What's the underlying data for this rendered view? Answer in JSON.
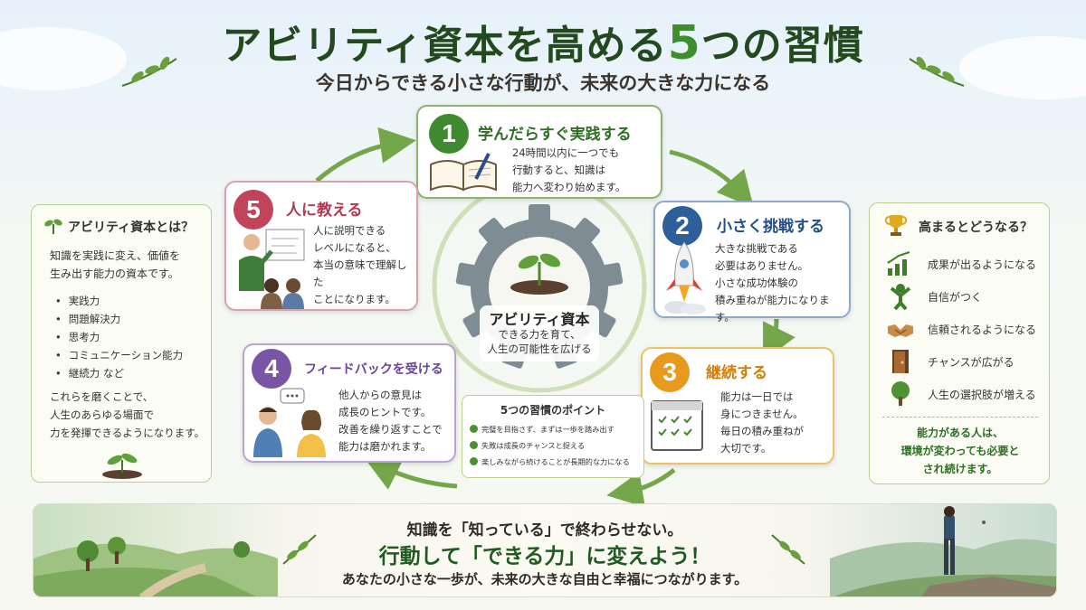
{
  "header": {
    "title_main": "アビリティ資本を高める",
    "title_num": "5",
    "title_tail": "つの習慣",
    "subtitle": "今日からできる小さな行動が、未来の大きな力になる"
  },
  "left_panel": {
    "heading": "アビリティ資本とは？",
    "intro": "知識を実践に変え、価値を\n生み出す能力の資本です。",
    "items": [
      "実践力",
      "問題解決力",
      "思考力",
      "コミュニケーション能力",
      "継続力 など"
    ],
    "outro": "これらを磨くことで、\n人生のあらゆる場面で\n力を発揮できるようになります。"
  },
  "habits": [
    {
      "num": "1",
      "title": "学んだらすぐ実践する",
      "desc": "24時間以内に一つでも\n行動すると、知識は\n能力へ変わり始めます。",
      "color": "#3f8a2e"
    },
    {
      "num": "2",
      "title": "小さく挑戦する",
      "desc": "大きな挑戦である\n必要はありません。\n小さな成功体験の\n積み重ねが能力になります。",
      "color": "#2d5f9a"
    },
    {
      "num": "3",
      "title": "継続する",
      "desc": "能力は一日では\n身につきません。\n毎日の積み重ねが\n大切です。",
      "color": "#e79a1b"
    },
    {
      "num": "4",
      "title": "フィードバックを受ける",
      "desc": "他人からの意見は\n成長のヒントです。\n改善を繰り返すことで\n能力は磨かれます。",
      "color": "#7a55a6"
    },
    {
      "num": "5",
      "title": "人に教える",
      "desc": "人に説明できる\nレベルになると、\n本当の意味で理解した\nことになります。",
      "color": "#c2445b"
    }
  ],
  "center": {
    "title": "アビリティ資本",
    "desc": "できる力を育て、\n人生の可能性を広げる"
  },
  "points": {
    "heading": "5つの習慣のポイント",
    "items": [
      "完璧を目指さず、まずは一歩を踏み出す",
      "失敗は成長のチャンスと捉える",
      "楽しみながら続けることが長期的な力になる"
    ]
  },
  "right_panel": {
    "heading": "高まるとどうなる？",
    "benefits": [
      {
        "icon": "growth-chart-icon",
        "label": "成果が出るようになる"
      },
      {
        "icon": "confident-person-icon",
        "label": "自信がつく"
      },
      {
        "icon": "handshake-icon",
        "label": "信頼されるようになる"
      },
      {
        "icon": "open-door-icon",
        "label": "チャンスが広がる"
      },
      {
        "icon": "tree-icon",
        "label": "人生の選択肢が増える"
      }
    ],
    "summary": "能力がある人は、\n環境が変わっても必要と\nされ続けます。"
  },
  "banner": {
    "line1": "知識を「知っている」で終わらせない。",
    "line2": "行動して「できる力」に変えよう！",
    "line3": "あなたの小さな一歩が、未来の大きな自由と幸福につながります。"
  },
  "colors": {
    "green": "#3f8a2e",
    "blue": "#2d5f9a",
    "orange": "#e79a1b",
    "purple": "#7a55a6",
    "red": "#c2445b"
  }
}
